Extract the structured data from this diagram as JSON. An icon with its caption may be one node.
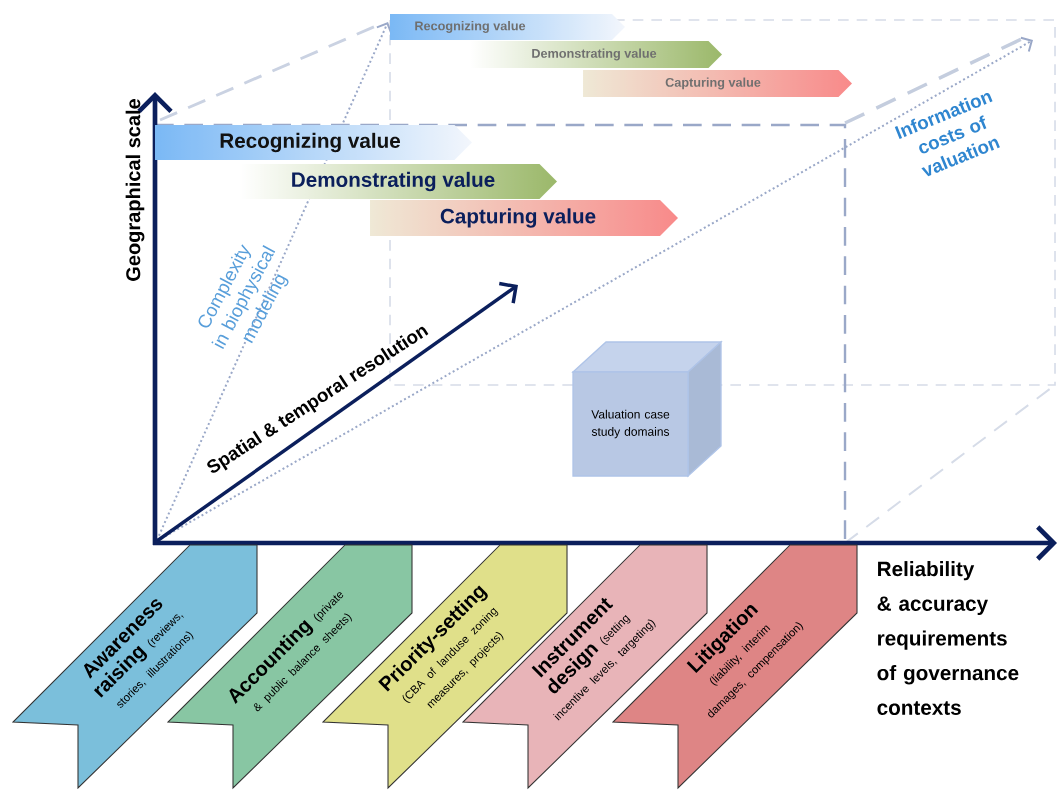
{
  "diagram": {
    "nodes": [
      {
        "text": [
          "Recognizing value"
        ]
      },
      {
        "text": [
          "Demonstrating value"
        ]
      },
      {
        "text": [
          "Capturing value"
        ]
      },
      {
        "text": [
          "Recognizing value"
        ]
      },
      {
        "text": [
          "Demonstrating value"
        ]
      },
      {
        "text": [
          "Capturing value"
        ]
      },
      {
        "text": [
          "Valuation case study domains"
        ]
      },
      {
        "text": [
          "Awareness raising",
          "(reviews, stories, illustrations)"
        ]
      },
      {
        "text": [
          "Accounting",
          "(private & public balance sheets)"
        ]
      },
      {
        "text": [
          "Priority-setting",
          "(CBA of landuse zoning measures, projects)"
        ]
      },
      {
        "text": [
          "Instrument design",
          "(setting incentive levels, targeting)"
        ]
      },
      {
        "text": [
          "Litigation",
          "(liability, interim damages, compensation)"
        ]
      }
    ],
    "labels": [
      "Geographical scale",
      "Information costs of valuation",
      "Complexity in biophysical modeling",
      "Spatial & temporal resolution",
      "Reliability & accuracy requirements of governance contexts"
    ]
  }
}
